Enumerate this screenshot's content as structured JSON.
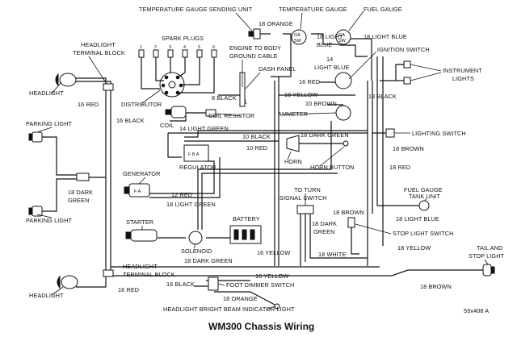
{
  "title": "WM300 Chassis Wiring",
  "code": "59x408 A",
  "labels": {
    "temp_sending_unit": "TEMPERATURE GAUGE SENDING UNIT",
    "temp_gauge": "TEMPERATURE GAUGE",
    "fuel_gauge": "FUEL GAUGE",
    "spark_plugs": "SPARK PLUGS",
    "spark_nums": [
      "1",
      "2",
      "3",
      "4",
      "5",
      "6"
    ],
    "headlight_tb_top_1": "HEADLIGHT",
    "headlight_tb_top_2": "TERMINAL BLOCK",
    "engine_ground_1": "ENGINE TO BODY",
    "engine_ground_2": "GROUND CABLE",
    "dash_panel": "DASH PANEL",
    "headlight_top": "HEADLIGHT",
    "w16red_top": "16 RED",
    "w16black": "16 BLACK",
    "distributor": "DISTRIBUTOR",
    "w8black": "8 BLACK",
    "coil_resistor": "COIL RESISTOR",
    "coil": "COIL",
    "w14lightgreen": "14 LIGHT GREEN",
    "w10black": "10 BLACK",
    "w10red": "10 RED",
    "regulator": "REGULATOR",
    "horn": "HORN",
    "horn_button": "HORN BUTTON",
    "parking_light_top": "PARKING LIGHT",
    "parking_light_bottom": "PARKING LIGHT",
    "w18darkgreen_left_1": "18 DARK",
    "w18darkgreen_left_2": "GREEN",
    "generator": "GENERATOR",
    "w12red": "12 RED",
    "w18lightgreen": "18 LIGHT GREEN",
    "starter": "STARTER",
    "battery": "BATTERY",
    "solenoid": "SOLENOID",
    "headlight_tb_bottom_1": "HEADLIGHT",
    "headlight_tb_bottom_2": "TERMINAL BLOCK",
    "headlight_bottom": "HEADLIGHT",
    "w16red_bottom": "16 RED",
    "w18darkgreen_bottom": "18 DARK GREEN",
    "w16yellow_bottom": "16 YELLOW",
    "w16yellow_mid": "16 YELLOW",
    "w16black_bottom": "16 BLACK",
    "foot_dimmer": "FOOT DIMMER SWITCH",
    "w18orange_bottom": "18 ORANGE",
    "hb_indicator": "HEADLIGHT BRIGHT BEAM INDICATOR LIGHT",
    "w18orange_top": "18 ORANGE",
    "w18lightblue_1": "18 LIGHT",
    "w18lightblue_2": "BLUE",
    "w18lightblue_right": "18 LIGHT BLUE",
    "ignition_switch": "IGNITION SWITCH",
    "w14lightblue_1": "14",
    "w14lightblue_2": "LIGHT BLUE",
    "w16red_mid": "16 RED",
    "w18yellow_mid": "18 YELLOW",
    "w10brown": "10 BROWN",
    "ammeter": "AMMETER",
    "w18black_right": "18 BLACK",
    "instrument_1": "INSTRUMENT",
    "instrument_2": "LIGHTS",
    "lighting_switch": "LIGHTING SWITCH",
    "w18darkgreen_mid": "18 DARK GREEN",
    "w18brown_1": "18 BROWN",
    "w18red_right": "18 RED",
    "turn_1": "TO TURN",
    "turn_2": "SIGNAL SWITCH",
    "fuel_tank_1": "FUEL GAUGE",
    "fuel_tank_2": "TANK UNIT",
    "w18brown_2": "18 BROWN",
    "w18lightblue_tank": "18 LIGHT BLUE",
    "w18darkgreen_turn_1": "18 DARK",
    "w18darkgreen_turn_2": "GREEN",
    "stop_light_switch": "STOP LIGHT SWITCH",
    "w18yellow_right": "18 YELLOW",
    "w18white": "18 WHITE",
    "tail_1": "TAIL AND",
    "tail_2": "STOP LIGHT",
    "w18brown_3": "18 BROWN",
    "gauge_ga": "GA",
    "gauge_sw": "SW",
    "fa": "F A",
    "fba": "F B A"
  }
}
